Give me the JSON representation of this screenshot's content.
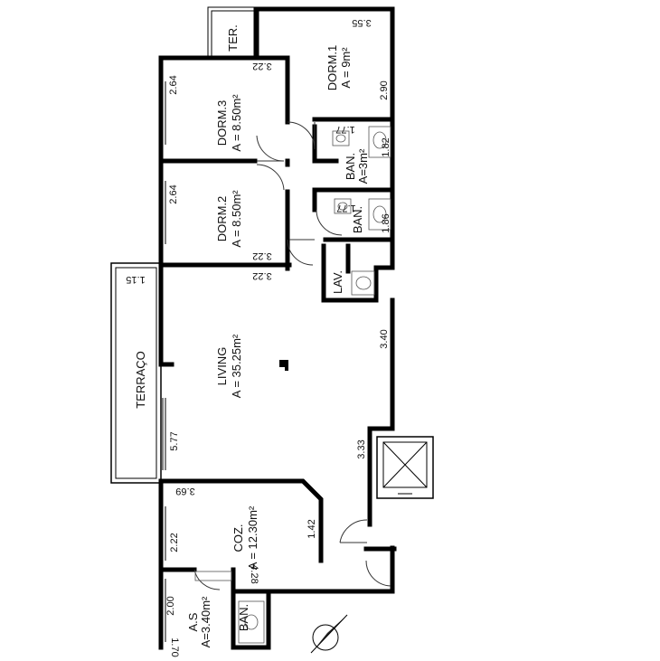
{
  "rooms": {
    "dorm1": {
      "name": "DORM.1",
      "area": "A = 9m²"
    },
    "dorm3": {
      "name": "DORM.3",
      "area": "A = 8.50m²"
    },
    "dorm2": {
      "name": "DORM.2",
      "area": "A = 8.50m²"
    },
    "ban1": {
      "name": "BAN.",
      "area": "A=3m²"
    },
    "ban2": {
      "name": "BAN."
    },
    "lav": {
      "name": "LAV."
    },
    "living": {
      "name": "LIVING",
      "area": "A = 35.25m²"
    },
    "terraco": {
      "name": "TERRAÇO"
    },
    "ter": {
      "name": "TER."
    },
    "coz": {
      "name": "COZ.",
      "area": "A = 12.30m²"
    },
    "as": {
      "name": "A.S",
      "area": "A=3.40m²"
    },
    "ban3": {
      "name": "BAN."
    }
  },
  "dims": {
    "d355": "3.55",
    "d322a": "3.22",
    "d264a": "2.64",
    "d290": "2.90",
    "d177a": "1.77",
    "d182": "1.82",
    "d264b": "2.64",
    "d177b": "1.77",
    "d186": "1.86",
    "d322b": "3.22",
    "d322c": "3.22",
    "d115": "1.15",
    "d340": "3.40",
    "d577": "5.77",
    "d333": "3.33",
    "d369": "3.69",
    "d142": "1.42",
    "d222": "2.22",
    "d428": "4.28",
    "d200": "2.00",
    "d170": "1.70"
  }
}
